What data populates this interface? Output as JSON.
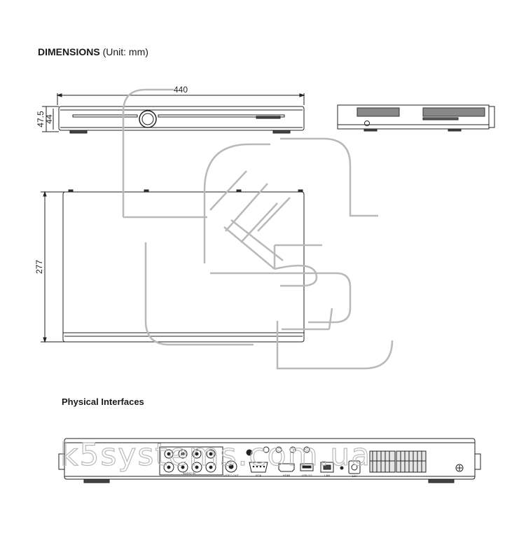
{
  "dimensions": {
    "heading_bold": "DIMENSIONS",
    "heading_unit": " (Unit: mm)",
    "width_value": "440",
    "height_value_outer": "47.5",
    "height_value_inner": "44",
    "depth_value": "277"
  },
  "interfaces": {
    "heading": "Physical Interfaces",
    "port_labels": {
      "audio_in": "AUDIO IN",
      "video_out": "VIDEO OUT",
      "vga": "VGA",
      "hdmi": "HDMI",
      "usb": "USB 3.0",
      "lan": "LAN",
      "power": "12V"
    }
  },
  "watermark": {
    "text": "k5systems.com.ua",
    "logo": "K5"
  },
  "colors": {
    "line": "#222222",
    "watermark": "#b9b9b9",
    "background": "#ffffff"
  }
}
